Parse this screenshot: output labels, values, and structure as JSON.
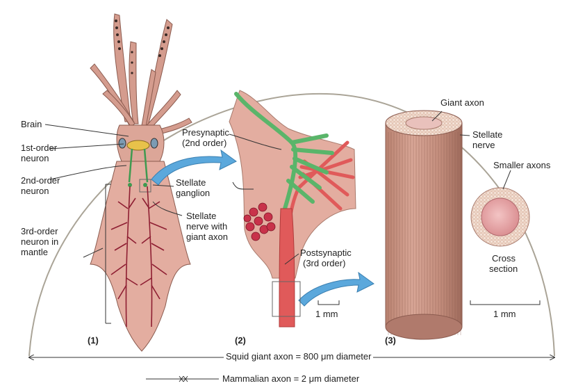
{
  "labels": {
    "brain": "Brain",
    "first_order_1": "1st-order",
    "first_order_2": "neuron",
    "second_order_1": "2nd-order",
    "second_order_2": "neuron",
    "third_order_1": "3rd-order",
    "third_order_2": "neuron in",
    "third_order_3": "mantle",
    "stellate_ganglion_1": "Stellate",
    "stellate_ganglion_2": "ganglion",
    "stellate_nerve_1": "Stellate",
    "stellate_nerve_2": "nerve with",
    "stellate_nerve_3": "giant axon",
    "presynaptic_1": "Presynaptic",
    "presynaptic_2": "(2nd order)",
    "postsynaptic_1": "Postsynaptic",
    "postsynaptic_2": "(3rd order)",
    "giant_axon": "Giant axon",
    "stellate_nerve_r1": "Stellate",
    "stellate_nerve_r2": "nerve",
    "smaller_axons": "Smaller  axons",
    "cross_section_1": "Cross",
    "cross_section_2": "section"
  },
  "panels": [
    "(1)",
    "(2)",
    "(3)"
  ],
  "scales": {
    "mid": "1 mm",
    "right": "1 mm"
  },
  "captions": {
    "squid": "Squid giant axon = 800 μm diameter",
    "mammalian": "Mammalian axon = 2 μm diameter"
  },
  "colors": {
    "skin": "#e3ada0",
    "skin_dark": "#b07a6e",
    "nerve_red": "#8e1e32",
    "green": "#5ab56a",
    "axon_red": "#e05a5a",
    "arrow_blue": "#5ba8dc",
    "leader": "#333333"
  }
}
